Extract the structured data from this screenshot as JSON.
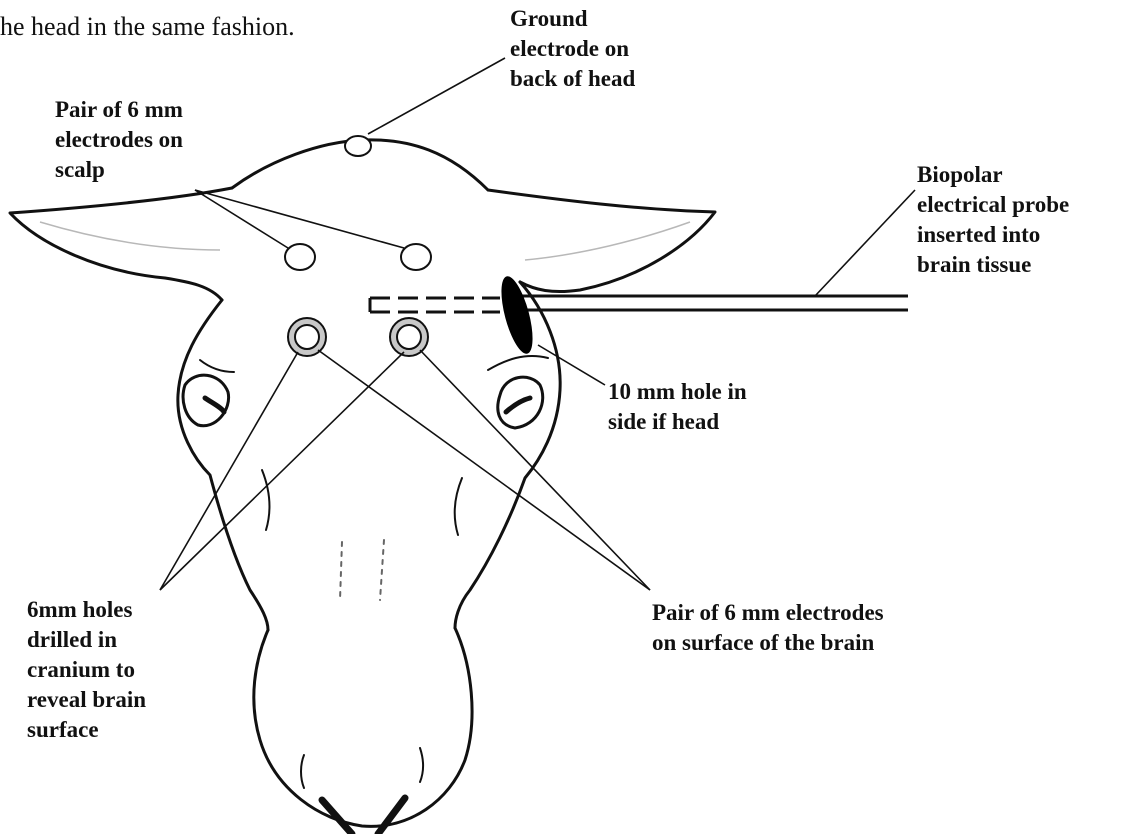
{
  "intro_text": "he head in the same fashion.",
  "labels": {
    "ground": [
      "Ground",
      "electrode on",
      "back of head"
    ],
    "scalp": [
      "Pair of 6 mm",
      "electrodes on",
      "scalp"
    ],
    "probe": [
      "Biopolar",
      "electrical probe",
      "inserted into",
      "brain tissue"
    ],
    "hole": [
      "10 mm hole in",
      "side if head"
    ],
    "brain_electrodes": [
      "Pair of 6 mm electrodes",
      "on surface of the brain"
    ],
    "cranium": [
      "6mm holes",
      "drilled in",
      "cranium to",
      "reveal brain",
      "surface"
    ]
  },
  "colors": {
    "outline": "#111111",
    "hole_ring": "#c8c8c8",
    "probe_tip": "#000000"
  }
}
